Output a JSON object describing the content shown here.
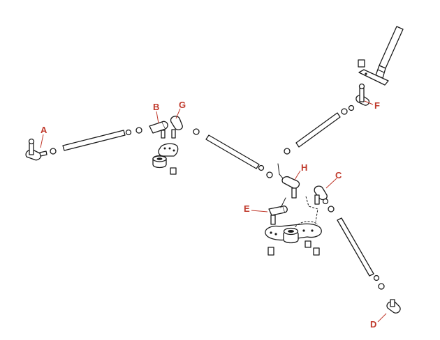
{
  "colors": {
    "callout": "#c0392b",
    "line": "#1a1a1a",
    "background": "#ffffff"
  },
  "callouts": {
    "A": "A",
    "B": "B",
    "C": "C",
    "D": "D",
    "E": "E",
    "F": "F",
    "G": "G",
    "H": "H"
  }
}
